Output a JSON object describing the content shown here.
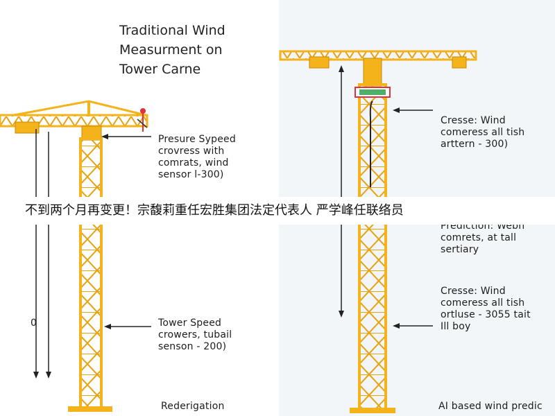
{
  "title": "Traditional Wind\nMeasurment on\nTower Carne",
  "left_labels": {
    "top": "Presure Sypeed\ncrovress with\ncomrats, wind\nsensor l-300)",
    "bottom": "Tower Speed\ncrowers, tubail\nsenson - 200)",
    "footer": "Rederigation",
    "axis_mark": "0"
  },
  "right_labels": {
    "top": "Cresse: Wind\ncomeress all tish\narttern - 300)",
    "middle": "Prediction: Webh\ncomrets, at tall\nsertiary",
    "lower": "Cresse: Wind\ncomeress all tish\nortluse - 3055 tait\nIll boy",
    "footer": "AI based wind predic"
  },
  "banner": "不到两个月再变更！宗馥莉重任宏胜集团法定代表人 严学峰任联络员",
  "colors": {
    "crane": "#f4b21b",
    "crane_dark": "#c98a00",
    "text": "#1c1c1c",
    "sensor_red": "#e0303a"
  }
}
